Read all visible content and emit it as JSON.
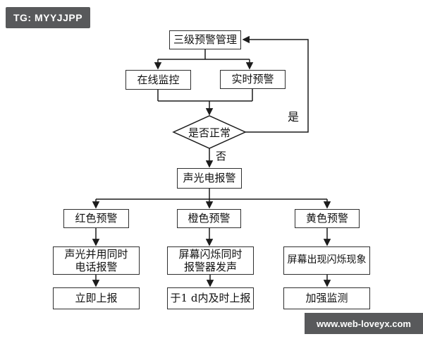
{
  "badge": {
    "label": "TG: MYYJJPP"
  },
  "watermark": {
    "label": "www.web-loveyx.com"
  },
  "colors": {
    "badge_bg": "#58595b",
    "line": "#1c1c1c",
    "box_border": "#2f2f2f",
    "box_bg": "#ffffff",
    "text": "#111111"
  },
  "flowchart": {
    "title_node": "三级预警管理",
    "online_monitoring": "在线监控",
    "realtime_warning": "实时预警",
    "decision": "是否正常",
    "yes_label": "是",
    "no_label": "否",
    "alarm_node": "声光电报警",
    "branches": [
      {
        "level1": "红色预警",
        "level2_line1": "声光并用同时",
        "level2_line2": "电话报警",
        "level3": "立即上报"
      },
      {
        "level1": "橙色预警",
        "level2_line1": "屏幕闪烁同时",
        "level2_line2": "报警器发声",
        "level3": "于1 d内及时上报"
      },
      {
        "level1": "黄色预警",
        "level2_line1": "屏幕出现闪烁现象",
        "level2_line2": "",
        "level3": "加强监测"
      }
    ]
  }
}
